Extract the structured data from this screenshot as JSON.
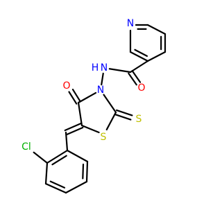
{
  "molecule": {
    "atom_colors": {
      "N": "#0000ff",
      "O": "#ff0000",
      "S": "#bfbf00",
      "Cl": "#00b000",
      "H": "#0000ff",
      "C": "#000000"
    },
    "atoms": {
      "N_pyridine": {
        "element": "N",
        "label": "N"
      },
      "C_ring_1": {
        "element": "C"
      },
      "C_ring_2": {
        "element": "C"
      },
      "C_ring_3": {
        "element": "C"
      },
      "C_ring_4": {
        "element": "C"
      },
      "C_ring_5": {
        "element": "C"
      },
      "C_amide": {
        "element": "C"
      },
      "O_amide": {
        "element": "O",
        "label": "O"
      },
      "N_amide": {
        "element": "N",
        "label": "N"
      },
      "H_amide": {
        "element": "H",
        "label": "H"
      },
      "N_thiazolidine": {
        "element": "N",
        "label": "N"
      },
      "C_oxo": {
        "element": "C"
      },
      "O_oxo": {
        "element": "O",
        "label": "O"
      },
      "C_ylidene": {
        "element": "C"
      },
      "S_ring": {
        "element": "S",
        "label": "S"
      },
      "C_thione": {
        "element": "C"
      },
      "S_thione": {
        "element": "S",
        "label": "S"
      },
      "C_methine": {
        "element": "C"
      },
      "C_phenyl_1": {
        "element": "C"
      },
      "C_phenyl_2": {
        "element": "C"
      },
      "Cl": {
        "element": "Cl",
        "label": "Cl"
      },
      "C_phenyl_3": {
        "element": "C"
      },
      "C_phenyl_4": {
        "element": "C"
      },
      "C_phenyl_5": {
        "element": "C"
      },
      "C_phenyl_6": {
        "element": "C"
      }
    },
    "bonds": [
      {
        "from": "N_pyridine",
        "to": "C_ring_1",
        "order": 2
      },
      {
        "from": "C_ring_1",
        "to": "C_ring_2",
        "order": 1
      },
      {
        "from": "C_ring_2",
        "to": "C_ring_3",
        "order": 2
      },
      {
        "from": "C_ring_3",
        "to": "C_ring_4",
        "order": 1
      },
      {
        "from": "C_ring_4",
        "to": "C_ring_5",
        "order": 2
      },
      {
        "from": "C_ring_5",
        "to": "N_pyridine",
        "order": 1
      },
      {
        "from": "C_ring_4",
        "to": "C_amide",
        "order": 1
      },
      {
        "from": "C_amide",
        "to": "O_amide",
        "order": 2
      },
      {
        "from": "C_amide",
        "to": "N_amide",
        "order": 1
      },
      {
        "from": "N_amide",
        "to": "H_amide",
        "order": 1
      },
      {
        "from": "N_amide",
        "to": "N_thiazolidine",
        "order": 1
      },
      {
        "from": "N_thiazolidine",
        "to": "C_oxo",
        "order": 1
      },
      {
        "from": "C_oxo",
        "to": "O_oxo",
        "order": 2
      },
      {
        "from": "C_oxo",
        "to": "C_ylidene",
        "order": 1
      },
      {
        "from": "C_ylidene",
        "to": "S_ring",
        "order": 1
      },
      {
        "from": "S_ring",
        "to": "C_thione",
        "order": 1
      },
      {
        "from": "C_thione",
        "to": "N_thiazolidine",
        "order": 1
      },
      {
        "from": "C_thione",
        "to": "S_thione",
        "order": 2
      },
      {
        "from": "C_ylidene",
        "to": "C_methine",
        "order": 2
      },
      {
        "from": "C_methine",
        "to": "C_phenyl_1",
        "order": 1
      },
      {
        "from": "C_phenyl_1",
        "to": "C_phenyl_2",
        "order": 2
      },
      {
        "from": "C_phenyl_2",
        "to": "Cl",
        "order": 1
      },
      {
        "from": "C_phenyl_2",
        "to": "C_phenyl_3",
        "order": 1
      },
      {
        "from": "C_phenyl_3",
        "to": "C_phenyl_4",
        "order": 2
      },
      {
        "from": "C_phenyl_4",
        "to": "C_phenyl_5",
        "order": 1
      },
      {
        "from": "C_phenyl_5",
        "to": "C_phenyl_6",
        "order": 2
      },
      {
        "from": "C_phenyl_6",
        "to": "C_phenyl_1",
        "order": 1
      }
    ]
  }
}
